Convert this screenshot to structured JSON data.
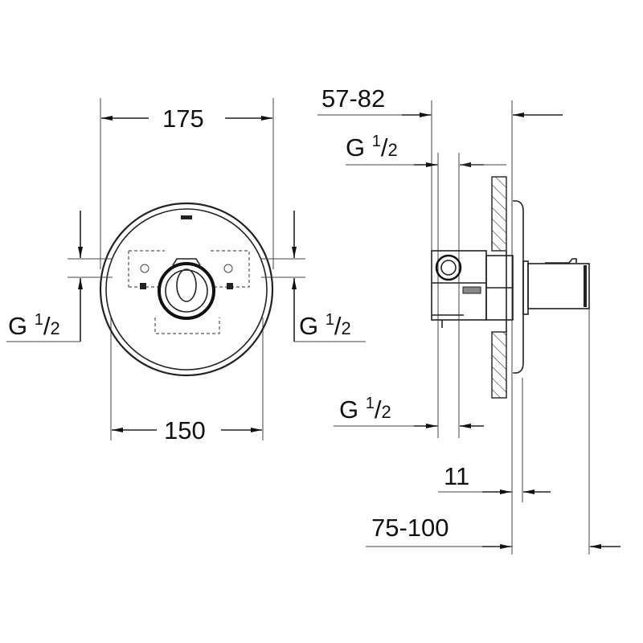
{
  "front_view": {
    "width_outer": "175",
    "width_inner": "150",
    "left_connection": {
      "g": "G",
      "num": "1",
      "den": "2"
    },
    "right_connection": {
      "g": "G",
      "num": "1",
      "den": "2"
    }
  },
  "side_view": {
    "wall_depth": "57-82",
    "top_connection": {
      "g": "G",
      "num": "1",
      "den": "2"
    },
    "bottom_connection": {
      "g": "G",
      "num": "1",
      "den": "2"
    },
    "plate_thickness": "11",
    "total_projection": "75-100"
  },
  "colors": {
    "line": "#222222",
    "background": "#ffffff"
  }
}
